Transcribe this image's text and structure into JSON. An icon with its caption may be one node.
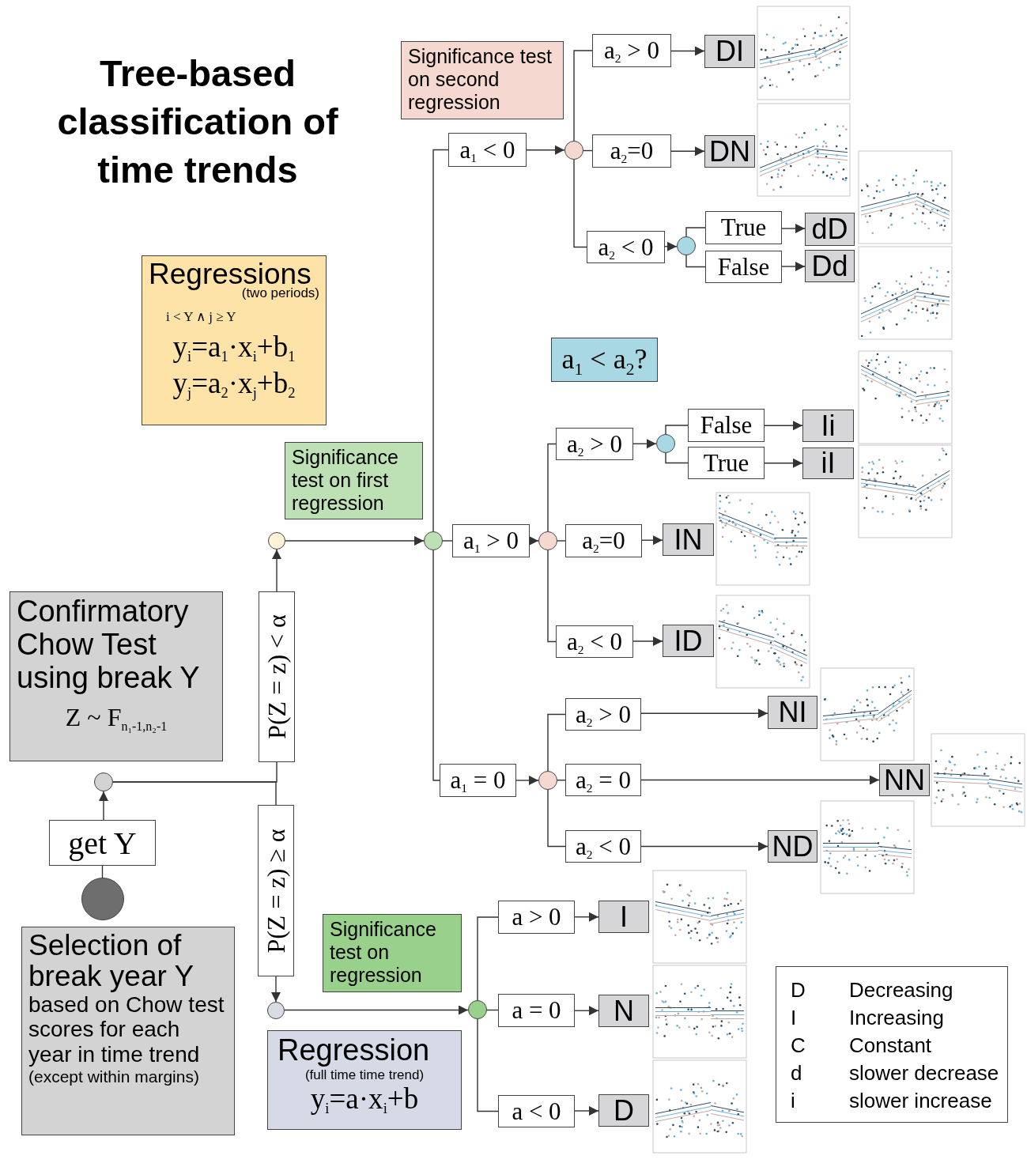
{
  "diagram": {
    "title": "Tree-based classification of time trends",
    "nodes": [
      {
        "text": [
          "Regressions",
          "(two periods)",
          "i < Y ∧ j ≥ Y",
          "y$_{i}$=a$_{1}$·x$_{i}$+b$_{1}$",
          "y$_{j}$=a$_{2}$·x$_{j}$+b$_{2}$"
        ]
      },
      {
        "text": [
          "Significance test on second regression"
        ]
      },
      {
        "text": [
          "a$_{1}$ < a$_{2}$?"
        ]
      },
      {
        "text": [
          "Significance test on first regression"
        ]
      },
      {
        "text": [
          "Confirmatory Chow Test using break Y",
          "Z ~ F$_{n₁-1,n₂-1}$"
        ]
      },
      {
        "text": [
          "Selection of break year Y",
          "based on Chow test scores for each year in time trend",
          "(except within margins)"
        ]
      },
      {
        "text": [
          "Significance test on regression"
        ]
      },
      {
        "text": [
          "Regression",
          "(full time time trend)",
          "y$_{i}$=a·x$_{i}$+b"
        ]
      },
      {
        "text": [
          "D",
          "Decreasing",
          "I",
          "Increasing",
          "C",
          "Constant",
          "d",
          "slower decrease",
          "i",
          "slower increase"
        ]
      },
      {
        "text": [],
        "shape": "circle"
      },
      {
        "text": [
          "get Y"
        ]
      },
      {
        "text": [],
        "shape": "circle"
      },
      {
        "text": [
          "P(Z = z) < α"
        ]
      },
      {
        "text": [
          "P(Z = z) ≥ α"
        ]
      },
      {
        "text": [],
        "shape": "circle"
      },
      {
        "text": [],
        "shape": "circle"
      },
      {
        "text": [],
        "shape": "circle"
      },
      {
        "text": [
          "a$_{1}$ < 0"
        ]
      },
      {
        "text": [
          "a$_{1}$ > 0"
        ]
      },
      {
        "text": [
          "a$_{1}$ = 0"
        ]
      },
      {
        "text": [],
        "shape": "circle"
      },
      {
        "text": [
          "a$_{2}$ > 0"
        ]
      },
      {
        "text": [
          "a$_{2}$=0"
        ]
      },
      {
        "text": [
          "a$_{2}$ < 0"
        ]
      },
      {
        "text": [
          "DI"
        ]
      },
      {
        "text": [
          "DN"
        ]
      },
      {
        "text": [],
        "shape": "circle"
      },
      {
        "text": [
          "True"
        ]
      },
      {
        "text": [
          "False"
        ]
      },
      {
        "text": [
          "dD"
        ]
      },
      {
        "text": [
          "Dd"
        ]
      },
      {
        "text": [],
        "shape": "circle"
      },
      {
        "text": [
          "a$_{2}$ > 0"
        ]
      },
      {
        "text": [
          "a$_{2}$=0"
        ]
      },
      {
        "text": [
          "a$_{2}$ < 0"
        ]
      },
      {
        "text": [],
        "shape": "circle"
      },
      {
        "text": [
          "False"
        ]
      },
      {
        "text": [
          "True"
        ]
      },
      {
        "text": [
          "Ii"
        ]
      },
      {
        "text": [
          "iI"
        ]
      },
      {
        "text": [
          "IN"
        ]
      },
      {
        "text": [
          "ID"
        ]
      },
      {
        "text": [],
        "shape": "circle"
      },
      {
        "text": [
          "a$_{2}$ > 0"
        ]
      },
      {
        "text": [
          "a$_{2}$ = 0"
        ]
      },
      {
        "text": [
          "a$_{2}$ < 0"
        ]
      },
      {
        "text": [
          "NI"
        ]
      },
      {
        "text": [
          "NN"
        ]
      },
      {
        "text": [
          "ND"
        ]
      },
      {
        "text": [],
        "shape": "circle"
      },
      {
        "text": [
          "a > 0"
        ]
      },
      {
        "text": [
          "a = 0"
        ]
      },
      {
        "text": [
          "a < 0"
        ]
      },
      {
        "text": [
          "I"
        ]
      },
      {
        "text": [
          "N"
        ]
      },
      {
        "text": [
          "D"
        ]
      }
    ],
    "edges": [
      {
        "from": 9,
        "to": 10,
        "arrow": "none"
      },
      {
        "from": 10,
        "to": 11,
        "arrow": "to"
      },
      {
        "from": 11,
        "to": 12,
        "arrow": "none"
      },
      {
        "from": 11,
        "to": 13,
        "arrow": "none"
      },
      {
        "from": 12,
        "to": 14,
        "arrow": "to"
      },
      {
        "from": 13,
        "to": 15,
        "arrow": "to"
      },
      {
        "from": 14,
        "to": 16,
        "arrow": "to"
      },
      {
        "from": 16,
        "to": 17,
        "arrow": "none"
      },
      {
        "from": 16,
        "to": 18,
        "arrow": "none"
      },
      {
        "from": 16,
        "to": 19,
        "arrow": "none"
      },
      {
        "from": 17,
        "to": 20,
        "arrow": "to"
      },
      {
        "from": 20,
        "to": 21,
        "arrow": "none"
      },
      {
        "from": 20,
        "to": 22,
        "arrow": "none"
      },
      {
        "from": 20,
        "to": 23,
        "arrow": "none"
      },
      {
        "from": 21,
        "to": 24,
        "arrow": "to"
      },
      {
        "from": 22,
        "to": 25,
        "arrow": "to"
      },
      {
        "from": 23,
        "to": 26,
        "arrow": "to"
      },
      {
        "from": 26,
        "to": 27,
        "arrow": "none"
      },
      {
        "from": 26,
        "to": 28,
        "arrow": "none"
      },
      {
        "from": 27,
        "to": 29,
        "arrow": "to"
      },
      {
        "from": 28,
        "to": 30,
        "arrow": "to"
      },
      {
        "from": 18,
        "to": 31,
        "arrow": "to"
      },
      {
        "from": 31,
        "to": 32,
        "arrow": "none"
      },
      {
        "from": 31,
        "to": 33,
        "arrow": "none"
      },
      {
        "from": 31,
        "to": 34,
        "arrow": "none"
      },
      {
        "from": 32,
        "to": 35,
        "arrow": "to"
      },
      {
        "from": 35,
        "to": 36,
        "arrow": "none"
      },
      {
        "from": 35,
        "to": 37,
        "arrow": "none"
      },
      {
        "from": 36,
        "to": 38,
        "arrow": "to"
      },
      {
        "from": 37,
        "to": 39,
        "arrow": "to"
      },
      {
        "from": 33,
        "to": 40,
        "arrow": "to"
      },
      {
        "from": 34,
        "to": 41,
        "arrow": "to"
      },
      {
        "from": 19,
        "to": 42,
        "arrow": "to"
      },
      {
        "from": 42,
        "to": 43,
        "arrow": "none"
      },
      {
        "from": 42,
        "to": 44,
        "arrow": "none"
      },
      {
        "from": 42,
        "to": 45,
        "arrow": "none"
      },
      {
        "from": 43,
        "to": 46,
        "arrow": "to"
      },
      {
        "from": 44,
        "to": 47,
        "arrow": "to"
      },
      {
        "from": 45,
        "to": 48,
        "arrow": "to"
      },
      {
        "from": 15,
        "to": 49,
        "arrow": "to"
      },
      {
        "from": 49,
        "to": 50,
        "arrow": "none"
      },
      {
        "from": 49,
        "to": 51,
        "arrow": "none"
      },
      {
        "from": 49,
        "to": 52,
        "arrow": "none"
      },
      {
        "from": 50,
        "to": 53,
        "arrow": "to"
      },
      {
        "from": 51,
        "to": 54,
        "arrow": "to"
      },
      {
        "from": 52,
        "to": 55,
        "arrow": "to"
      }
    ]
  }
}
